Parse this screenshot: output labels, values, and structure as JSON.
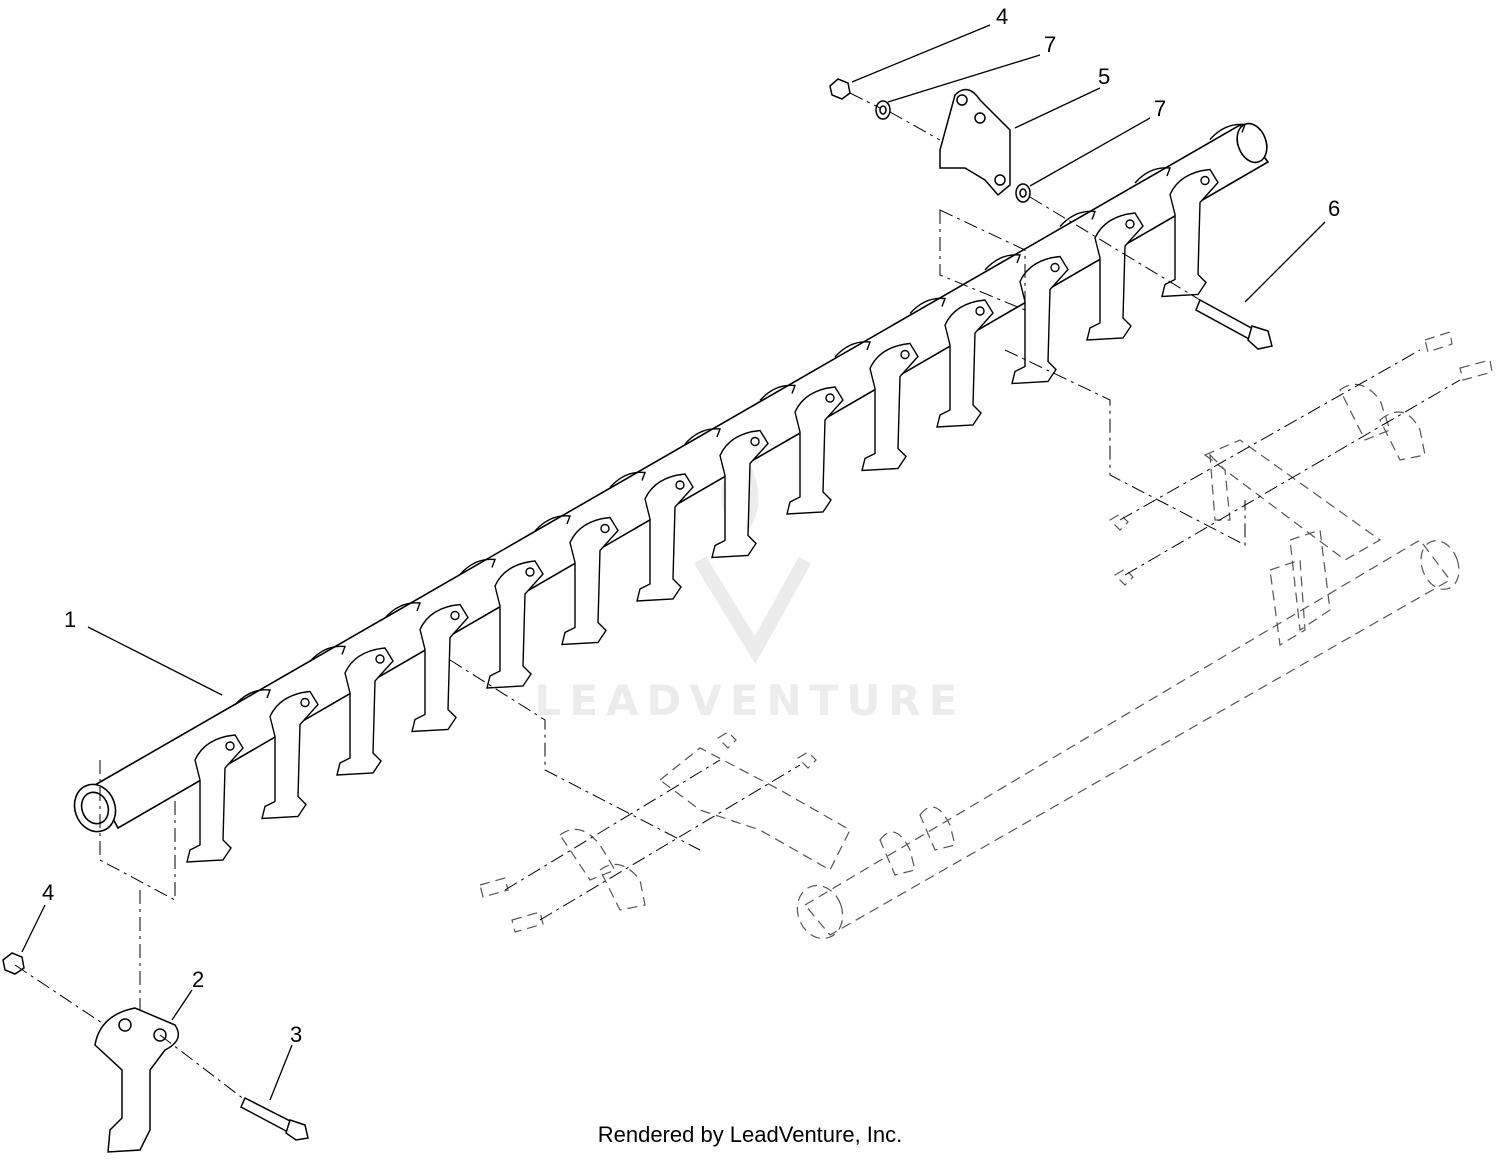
{
  "callouts": [
    {
      "id": "c1",
      "label": "1"
    },
    {
      "id": "c2",
      "label": "2"
    },
    {
      "id": "c3",
      "label": "3"
    },
    {
      "id": "c4a",
      "label": "4"
    },
    {
      "id": "c4b",
      "label": "4"
    },
    {
      "id": "c5",
      "label": "5"
    },
    {
      "id": "c6",
      "label": "6"
    },
    {
      "id": "c7a",
      "label": "7"
    },
    {
      "id": "c7b",
      "label": "7"
    }
  ],
  "watermark": {
    "text": "LEADVENTURE"
  },
  "footer": {
    "text": "Rendered by LeadVenture, Inc."
  },
  "colors": {
    "line": "#000000",
    "phantom": "#555555",
    "watermark": "#ececec"
  }
}
